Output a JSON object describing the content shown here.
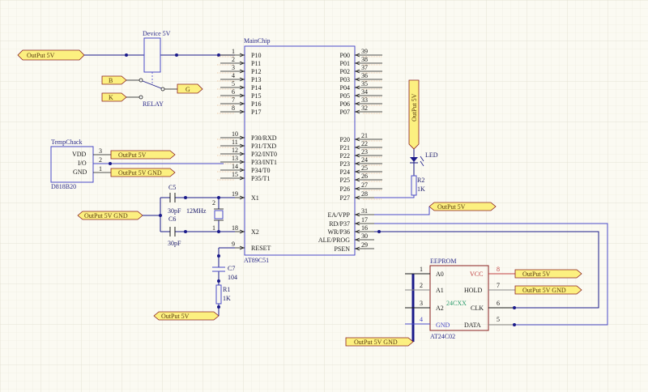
{
  "schematic": {
    "background_color": "#fbfaf2",
    "wire_color": "#1a1a8a",
    "component_outline_color": "#4a4ac8",
    "port_fill_color": "#fcf080",
    "port_stroke_color": "#8a2020",
    "main_chip": {
      "title": "MainChip",
      "part": "AT89C51",
      "left_pins": [
        {
          "num": "1",
          "name": "P10"
        },
        {
          "num": "2",
          "name": "P11"
        },
        {
          "num": "3",
          "name": "P12"
        },
        {
          "num": "4",
          "name": "P13"
        },
        {
          "num": "5",
          "name": "P14"
        },
        {
          "num": "6",
          "name": "P15"
        },
        {
          "num": "7",
          "name": "P16"
        },
        {
          "num": "8",
          "name": "P17"
        },
        {
          "num": "10",
          "name": "P30/RXD"
        },
        {
          "num": "11",
          "name": "P31/TXD"
        },
        {
          "num": "12",
          "name": "P32/INT0"
        },
        {
          "num": "13",
          "name": "P33/INT1"
        },
        {
          "num": "14",
          "name": "P34/T0"
        },
        {
          "num": "15",
          "name": "P35/T1"
        },
        {
          "num": "19",
          "name": "X1"
        },
        {
          "num": "18",
          "name": "X2"
        },
        {
          "num": "9",
          "name": "RESET"
        }
      ],
      "right_pins": [
        {
          "num": "39",
          "name": "P00"
        },
        {
          "num": "38",
          "name": "P01"
        },
        {
          "num": "37",
          "name": "P02"
        },
        {
          "num": "36",
          "name": "P03"
        },
        {
          "num": "35",
          "name": "P04"
        },
        {
          "num": "34",
          "name": "P05"
        },
        {
          "num": "33",
          "name": "P06"
        },
        {
          "num": "32",
          "name": "P07"
        },
        {
          "num": "21",
          "name": "P20"
        },
        {
          "num": "22",
          "name": "P21"
        },
        {
          "num": "23",
          "name": "P22"
        },
        {
          "num": "24",
          "name": "P23"
        },
        {
          "num": "25",
          "name": "P24"
        },
        {
          "num": "26",
          "name": "P25"
        },
        {
          "num": "27",
          "name": "P26"
        },
        {
          "num": "28",
          "name": "P27"
        },
        {
          "num": "31",
          "name": "EA/VPP"
        },
        {
          "num": "17",
          "name": "RD/P37"
        },
        {
          "num": "16",
          "name": "WR/P36"
        },
        {
          "num": "30",
          "name": "ALE/PROG"
        },
        {
          "num": "29",
          "name": "PSEN"
        }
      ]
    },
    "relay": {
      "title": "Device 5V",
      "label": "RELAY",
      "port_b": "B",
      "port_k": "K",
      "port_g": "G"
    },
    "temp_sensor": {
      "title": "TempChack",
      "part": "D818B20",
      "pins": [
        {
          "num": "3",
          "name": "VDD"
        },
        {
          "num": "2",
          "name": "I/O"
        },
        {
          "num": "1",
          "name": "GND"
        }
      ]
    },
    "crystal": {
      "c5_name": "C5",
      "c5_value": "30pF",
      "c6_name": "C6",
      "c6_value": "30pF",
      "freq": "12MHz",
      "pin2": "2",
      "pin1": "1"
    },
    "reset": {
      "c7_name": "C7",
      "c7_value": "104",
      "r1_name": "R1",
      "r1_value": "1K"
    },
    "led": {
      "label": "LED",
      "r2_name": "R2",
      "r2_value": "1K"
    },
    "eeprom": {
      "title": "EEPROM",
      "part": "AT24C02",
      "type": "24CXX",
      "left_pins": [
        {
          "num": "1",
          "name": "A0"
        },
        {
          "num": "2",
          "name": "A1"
        },
        {
          "num": "3",
          "name": "A2"
        },
        {
          "num": "4",
          "name": "GND"
        }
      ],
      "right_pins": [
        {
          "num": "8",
          "name": "VCC"
        },
        {
          "num": "7",
          "name": "HOLD"
        },
        {
          "num": "6",
          "name": "CLK"
        },
        {
          "num": "5",
          "name": "DATA"
        }
      ]
    },
    "ports": {
      "output_5v_top": "OutPut 5V",
      "temp_vdd": "OutPut 5V",
      "temp_gnd": "OutPut 5V GND",
      "crystal_gnd": "OutPut 5V GND",
      "reset_5v": "OutPut 5V",
      "led_5v": "OutPut 5V",
      "ea_5v": "OutPut 5V",
      "eeprom_vcc": "OutPut 5V",
      "eeprom_hold": "OutPut 5V GND",
      "eeprom_gnd": "OutPut 5V GND"
    }
  }
}
